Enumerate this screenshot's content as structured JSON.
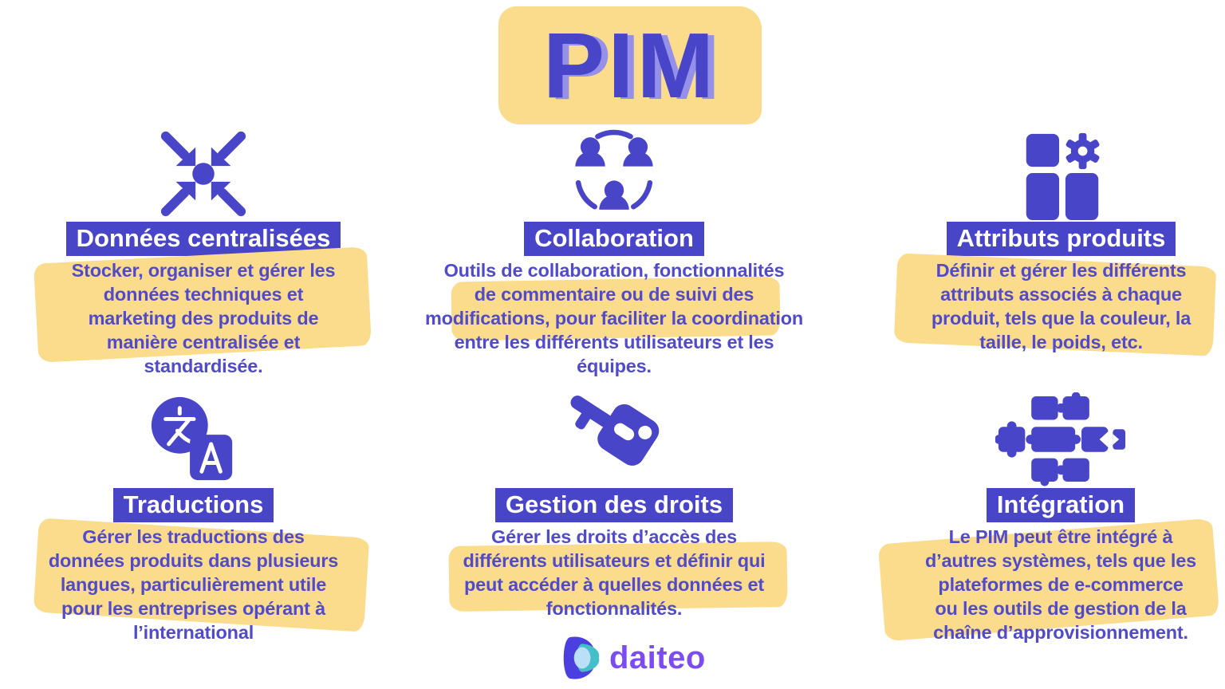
{
  "title": {
    "text": "PIM"
  },
  "colors": {
    "indigo": "#4945c9",
    "body_text": "#514bc9",
    "highlight_yellow": "#fbdc8d",
    "heading_text": "#ffffff",
    "title_shadow": "#9590e8",
    "logo_wordmark": "#7b4cf2",
    "logo_indigo": "#4b3fe0",
    "logo_teal": "#45bfc7",
    "logo_light_blue": "#badff7"
  },
  "sections": [
    {
      "heading": "Données centralisées",
      "icon": "centralize-arrows-icon",
      "body_lines": [
        "Stocker, organiser et gérer les",
        "données techniques et",
        "marketing des produits de",
        "manière centralisée et",
        "standardisée."
      ]
    },
    {
      "heading": "Collaboration",
      "icon": "people-circle-icon",
      "body_lines": [
        "Outils de collaboration, fonctionnalités",
        "de commentaire ou de suivi des",
        "modifications, pour faciliter la coordination",
        "entre les différents utilisateurs et les",
        "équipes."
      ]
    },
    {
      "heading": "Attributs produits",
      "icon": "boxes-gear-icon",
      "body_lines": [
        "Définir et gérer les différents",
        "attributs associés à chaque",
        "produit, tels que la couleur, la",
        "taille, le poids, etc."
      ]
    },
    {
      "heading": "Traductions",
      "icon": "translation-icon",
      "body_lines": [
        "Gérer les traductions des",
        "données produits dans plusieurs",
        "langues, particulièrement utile",
        "pour les entreprises opérant à",
        "l’international"
      ]
    },
    {
      "heading": "Gestion des droits",
      "icon": "key-icon",
      "body_lines": [
        "Gérer les droits d’accès des",
        "différents utilisateurs et définir qui",
        "peut accéder à quelles données et",
        "fonctionnalités."
      ]
    },
    {
      "heading": "Intégration",
      "icon": "puzzle-icon",
      "body_lines": [
        "Le PIM peut être intégré à",
        "d’autres systèmes, tels que les",
        "plateformes de e-commerce",
        "ou les outils de gestion de la",
        "chaîne d’approvisionnement."
      ]
    }
  ],
  "footer": {
    "logo_text": "daiteo"
  }
}
